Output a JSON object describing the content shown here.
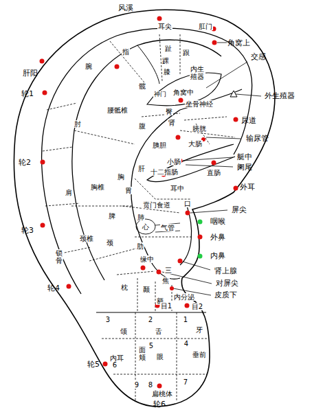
{
  "diagram": {
    "labels": [
      "风溪",
      "耳尖",
      "肛门",
      "指",
      "趾",
      "跟",
      "踝",
      "角窝上",
      "肝阳",
      "腕",
      "膝",
      "内生殖器",
      "交感",
      "外生殖器",
      "髋",
      "角窝中",
      "轮1",
      "神门",
      "臀",
      "坐骨神经",
      "腰骶椎",
      "肘",
      "腹",
      "肾",
      "膀胱",
      "尿道",
      "轮2",
      "输尿管",
      "胰胆",
      "大肠",
      "艇中",
      "小肠",
      "阑尾",
      "十二指肠",
      "直肠",
      "肝",
      "胸",
      "胸椎",
      "外耳",
      "胃",
      "耳中",
      "肩",
      "贲门食道",
      "口",
      "屏尖",
      "脾",
      "肺",
      "咽喉",
      "心",
      "气管",
      "轮3",
      "外鼻",
      "颈椎",
      "颈",
      "肋",
      "锁骨",
      "内鼻",
      "缘中",
      "三",
      "肾上腺",
      "焦",
      "对屏尖",
      "枕",
      "颞",
      "轮4",
      "皮质下",
      "内分泌",
      "额",
      "目1",
      "目2",
      "3",
      "2",
      "1",
      "颌",
      "舌",
      "牙",
      "面颊",
      "5",
      "4",
      "内耳",
      "眼",
      "垂前",
      "轮5",
      "6",
      "9",
      "8",
      "7",
      "扁桃体",
      "轮6"
    ]
  }
}
